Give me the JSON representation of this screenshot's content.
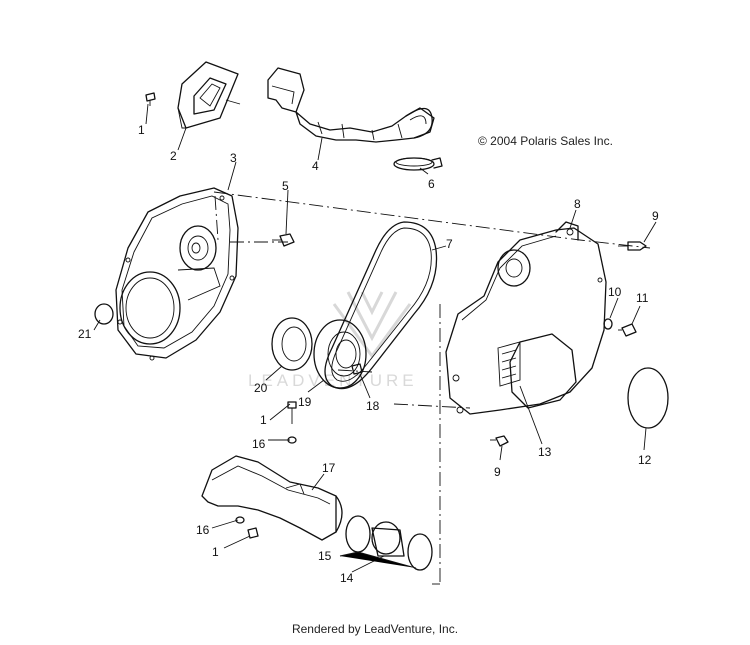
{
  "copyright": "© 2004 Polaris Sales Inc.",
  "watermark": "LEADVENTURE",
  "footer": "Rendered by LeadVenture, Inc.",
  "callouts": [
    {
      "id": "c1a",
      "label": "1"
    },
    {
      "id": "c2",
      "label": "2"
    },
    {
      "id": "c3",
      "label": "3"
    },
    {
      "id": "c4",
      "label": "4"
    },
    {
      "id": "c5",
      "label": "5"
    },
    {
      "id": "c6",
      "label": "6"
    },
    {
      "id": "c7",
      "label": "7"
    },
    {
      "id": "c8",
      "label": "8"
    },
    {
      "id": "c9a",
      "label": "9"
    },
    {
      "id": "c10",
      "label": "10"
    },
    {
      "id": "c11",
      "label": "11"
    },
    {
      "id": "c12",
      "label": "12"
    },
    {
      "id": "c13",
      "label": "13"
    },
    {
      "id": "c9b",
      "label": "9"
    },
    {
      "id": "c14",
      "label": "14"
    },
    {
      "id": "c15",
      "label": "15"
    },
    {
      "id": "c16a",
      "label": "16"
    },
    {
      "id": "c1b",
      "label": "1"
    },
    {
      "id": "c17",
      "label": "17"
    },
    {
      "id": "c16b",
      "label": "16"
    },
    {
      "id": "c1c",
      "label": "1"
    },
    {
      "id": "c18",
      "label": "18"
    },
    {
      "id": "c19",
      "label": "19"
    },
    {
      "id": "c20",
      "label": "20"
    },
    {
      "id": "c21",
      "label": "21"
    }
  ]
}
